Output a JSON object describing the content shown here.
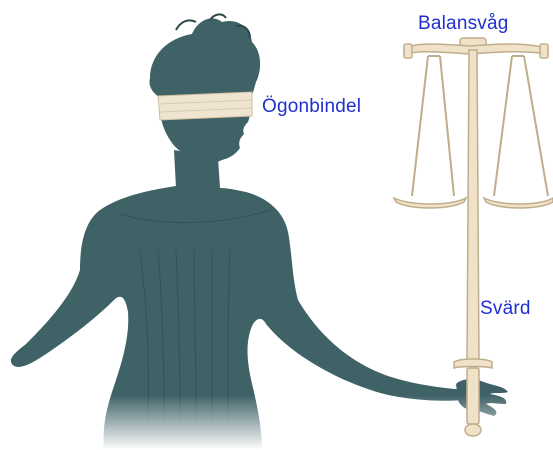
{
  "labels": {
    "scale": "Balansvåg",
    "blindfold": "Ögonbindel",
    "sword": "Svärd"
  },
  "colors": {
    "label_text": "#1f2fd1",
    "figure": "#3f6266",
    "figure_shadow": "#2c4649",
    "blindfold": "#efe4cf",
    "scale_fill": "#efe2c8",
    "scale_stroke": "#bfae8b",
    "background": "#ffffff"
  }
}
